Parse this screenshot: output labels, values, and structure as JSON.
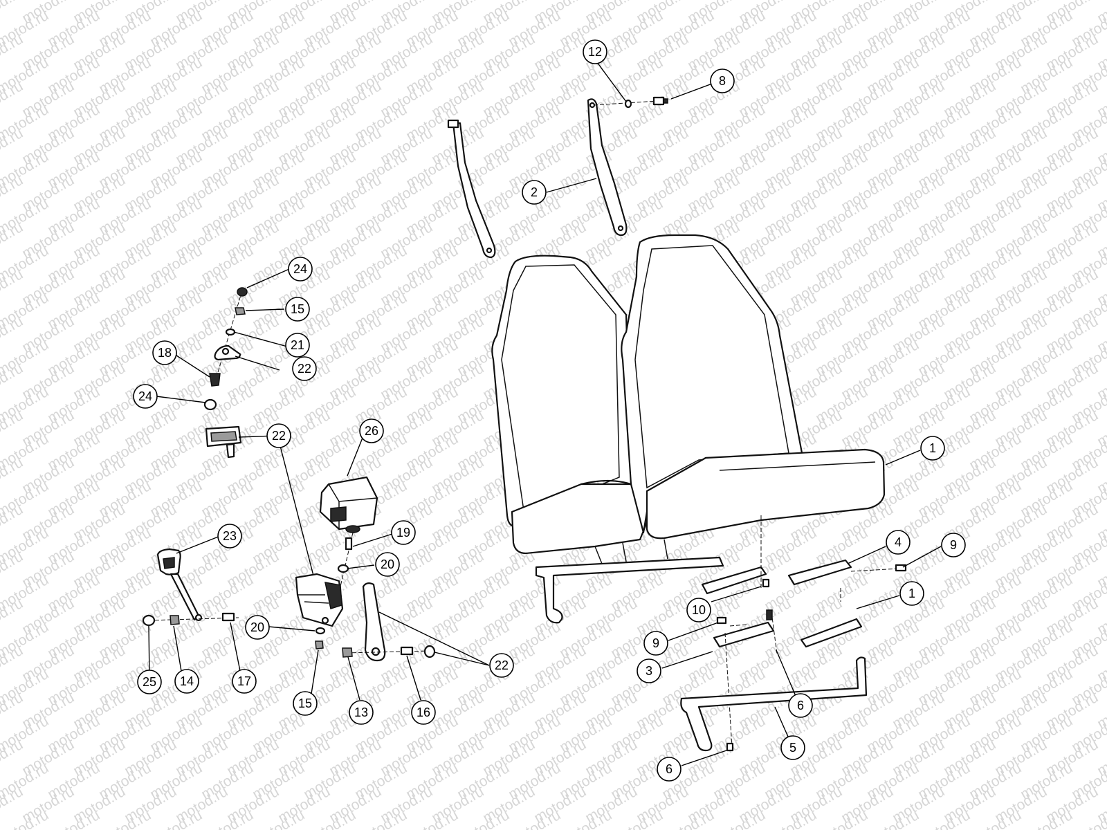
{
  "watermark": {
    "text": "motod.ru"
  },
  "callouts": [
    {
      "id": "c1a",
      "label": "1"
    },
    {
      "id": "c1b",
      "label": "1"
    },
    {
      "id": "c2",
      "label": "2"
    },
    {
      "id": "c3",
      "label": "3"
    },
    {
      "id": "c4",
      "label": "4"
    },
    {
      "id": "c5",
      "label": "5"
    },
    {
      "id": "c6a",
      "label": "6"
    },
    {
      "id": "c6b",
      "label": "6"
    },
    {
      "id": "c8",
      "label": "8"
    },
    {
      "id": "c9a",
      "label": "9"
    },
    {
      "id": "c9b",
      "label": "9"
    },
    {
      "id": "c10",
      "label": "10"
    },
    {
      "id": "c12",
      "label": "12"
    },
    {
      "id": "c13",
      "label": "13"
    },
    {
      "id": "c14",
      "label": "14"
    },
    {
      "id": "c15a",
      "label": "15"
    },
    {
      "id": "c15b",
      "label": "15"
    },
    {
      "id": "c16",
      "label": "16"
    },
    {
      "id": "c17",
      "label": "17"
    },
    {
      "id": "c18",
      "label": "18"
    },
    {
      "id": "c19",
      "label": "19"
    },
    {
      "id": "c20a",
      "label": "20"
    },
    {
      "id": "c20b",
      "label": "20"
    },
    {
      "id": "c21",
      "label": "21"
    },
    {
      "id": "c22a",
      "label": "22"
    },
    {
      "id": "c22b",
      "label": "22"
    },
    {
      "id": "c22c",
      "label": "22"
    },
    {
      "id": "c23",
      "label": "23"
    },
    {
      "id": "c24a",
      "label": "24"
    },
    {
      "id": "c24b",
      "label": "24"
    },
    {
      "id": "c25",
      "label": "25"
    },
    {
      "id": "c26",
      "label": "26"
    }
  ]
}
